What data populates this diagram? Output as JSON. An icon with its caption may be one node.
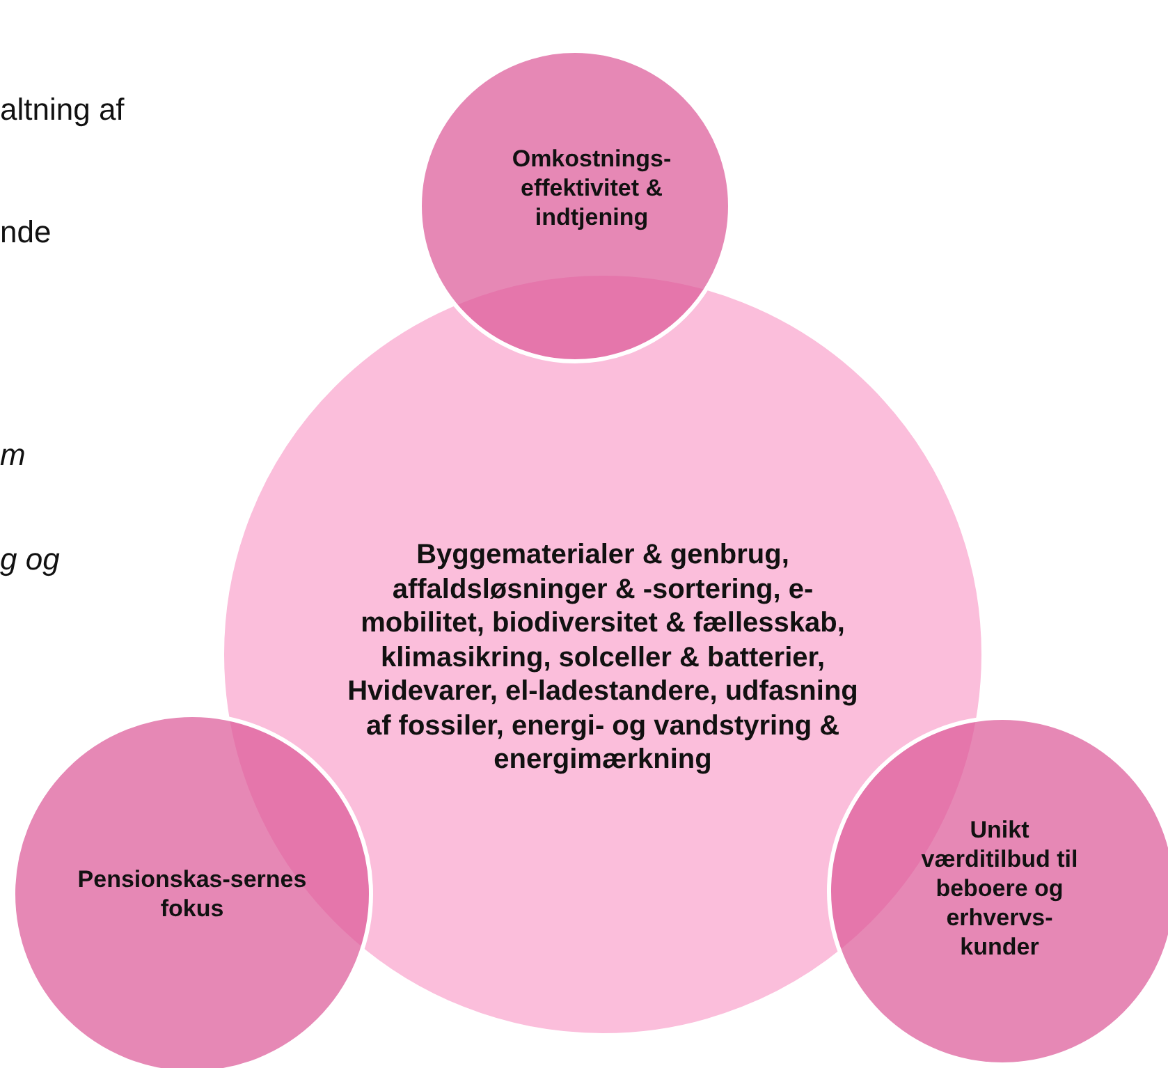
{
  "diagram": {
    "nodes": [
      {
        "text": [
          "Byggematerialer & genbrug, affaldsløsninger & -sortering, e-mobilitet, biodiversitet & fællesskab, klimasikring, solceller & batterier, Hvidevarer, el-ladestandere, udfasning af fossiler, energi- og vandstyring & energimærkning"
        ]
      },
      {
        "text": [
          "Omkostnings-effektivitet & indtjening"
        ]
      },
      {
        "text": [
          "Pensionskas-sernes fokus"
        ]
      },
      {
        "text": [
          "Unikt værditilbud til beboere og erhvervs-kunder"
        ]
      }
    ],
    "labels": [
      "altning af",
      "nde",
      "m",
      "g og"
    ]
  }
}
